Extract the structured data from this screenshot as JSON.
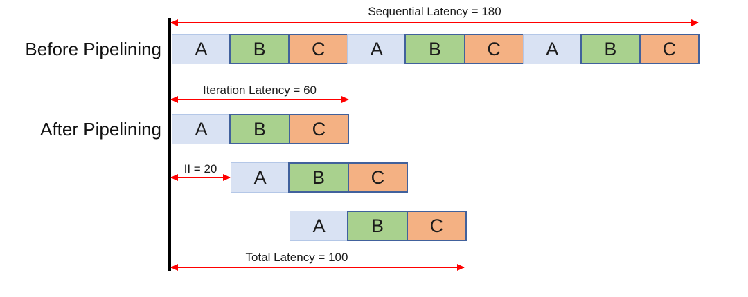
{
  "labels": {
    "before_pipelining": "Before Pipelining",
    "after_pipelining": "After Pipelining"
  },
  "annotations": {
    "sequential_latency": "Sequential Latency = 180",
    "iteration_latency": "Iteration Latency = 60",
    "initiation_interval": "II = 20",
    "total_latency": "Total Latency = 100"
  },
  "values": {
    "sequential_latency": 180,
    "iteration_latency": 60,
    "initiation_interval": 20,
    "total_latency": 100
  },
  "rows": {
    "before": [
      "A",
      "B",
      "C",
      "A",
      "B",
      "C",
      "A",
      "B",
      "C"
    ],
    "after_iteration_1": [
      "A",
      "B",
      "C"
    ],
    "after_iteration_2": [
      "A",
      "B",
      "C"
    ],
    "after_iteration_3": [
      "A",
      "B",
      "C"
    ]
  },
  "colors": {
    "stage_a_fill": "#D9E2F3",
    "stage_a_border": "#B4C7E7",
    "stage_b_fill": "#A9D18E",
    "stage_c_fill": "#F4B183",
    "stage_border_dark": "#41619C",
    "arrow_red": "#FF0000",
    "timeline_black": "#000000"
  }
}
